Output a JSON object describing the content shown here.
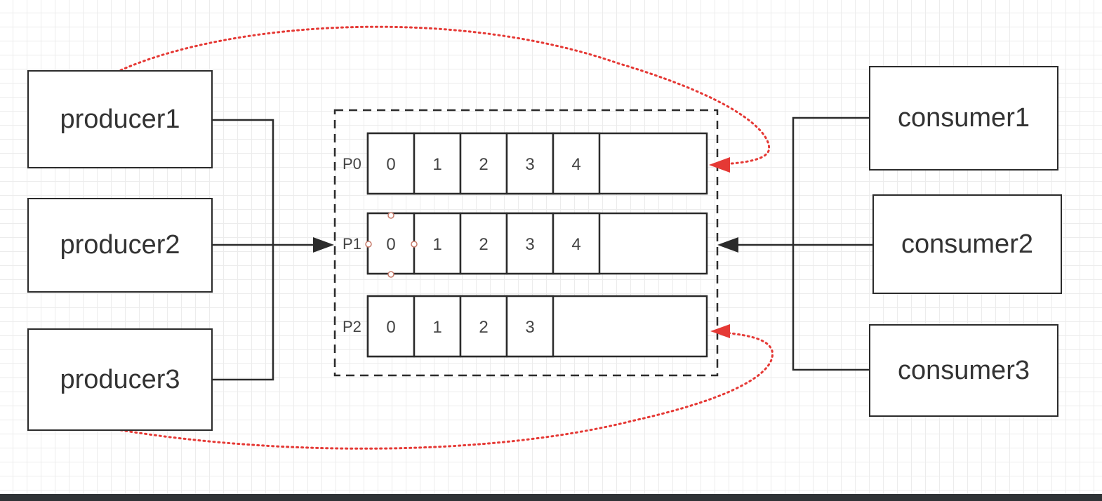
{
  "producers": [
    "producer1",
    "producer2",
    "producer3"
  ],
  "consumers": [
    "consumer1",
    "consumer2",
    "consumer3"
  ],
  "partitions": [
    {
      "label": "P0",
      "cells": [
        "0",
        "1",
        "2",
        "3",
        "4"
      ]
    },
    {
      "label": "P1",
      "cells": [
        "0",
        "1",
        "2",
        "3",
        "4"
      ]
    },
    {
      "label": "P2",
      "cells": [
        "0",
        "1",
        "2",
        "3"
      ]
    }
  ],
  "colors": {
    "line": "#2b2b2b",
    "dotted": "#e53935",
    "grid": "#ececec",
    "text": "#333333"
  }
}
